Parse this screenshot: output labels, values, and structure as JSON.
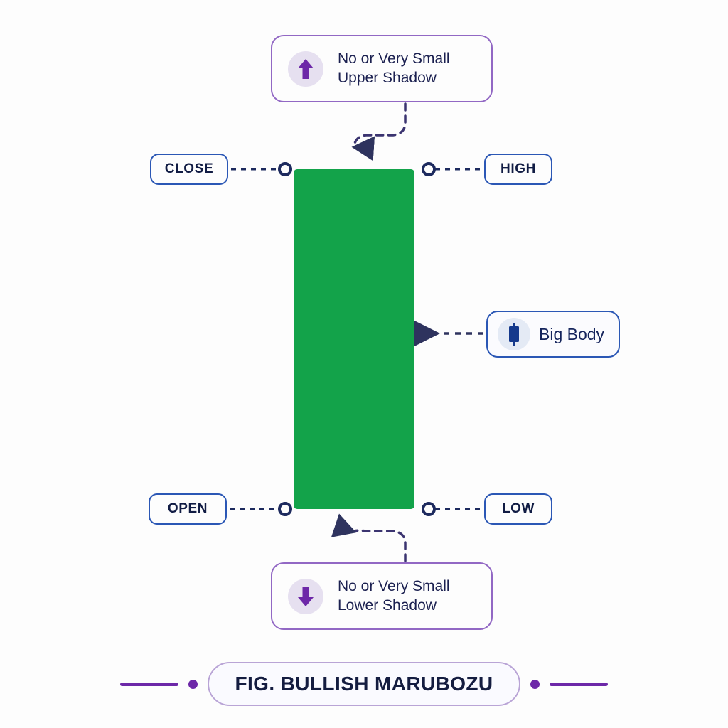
{
  "figure": {
    "title": "FIG. BULLISH MARUBOZU",
    "background_color": "#fdfdfd"
  },
  "candle": {
    "name": "bullish-marubozu-candle",
    "body_color": "#13a34a",
    "direction": "bullish"
  },
  "ohlc_labels": [
    {
      "id": "close",
      "text": "CLOSE",
      "side": "left",
      "position": "top",
      "color": "#2b57b5"
    },
    {
      "id": "high",
      "text": "HIGH",
      "side": "right",
      "position": "top",
      "color": "#2b57b5"
    },
    {
      "id": "open",
      "text": "OPEN",
      "side": "left",
      "position": "bottom",
      "color": "#2b57b5"
    },
    {
      "id": "low",
      "text": "LOW",
      "side": "right",
      "position": "bottom",
      "color": "#2b57b5"
    }
  ],
  "notes": {
    "upper_shadow": {
      "text": "No or Very Small\nUpper Shadow",
      "icon": "arrow-up-icon",
      "border_color": "#9268c4",
      "icon_color": "#6d28a8"
    },
    "lower_shadow": {
      "text": "No or Very Small\nLower Shadow",
      "icon": "arrow-down-icon",
      "border_color": "#9268c4",
      "icon_color": "#6d28a8"
    },
    "big_body": {
      "text": "Big Body",
      "icon": "candlestick-icon",
      "border_color": "#2b57b5",
      "icon_color": "#15398c"
    }
  },
  "decoration": {
    "accent_color": "#6d28a8",
    "pill_border_color": "#b9a4d6"
  }
}
